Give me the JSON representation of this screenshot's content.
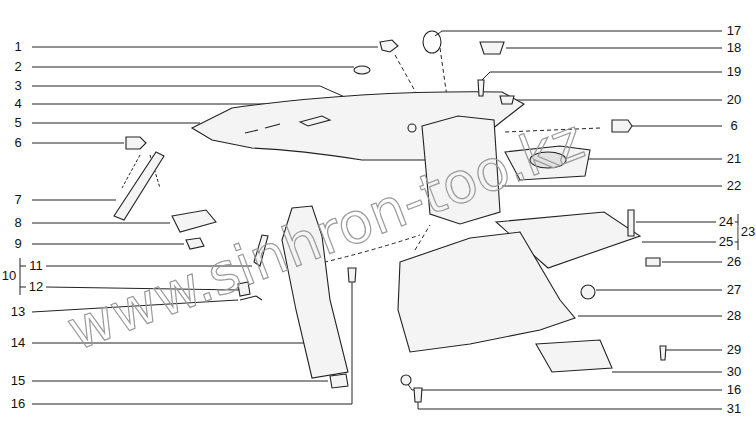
{
  "diagram": {
    "labels": [
      "www.sinhron-too.kz",
      "1",
      "2",
      "3",
      "4",
      "5",
      "6",
      "7",
      "8",
      "9",
      "10",
      "11",
      "12",
      "13",
      "14",
      "15",
      "16",
      "17",
      "18",
      "19",
      "20",
      "6",
      "21",
      "22",
      "24",
      "25",
      "23",
      "26",
      "27",
      "28",
      "29",
      "30",
      "16",
      "31"
    ]
  }
}
